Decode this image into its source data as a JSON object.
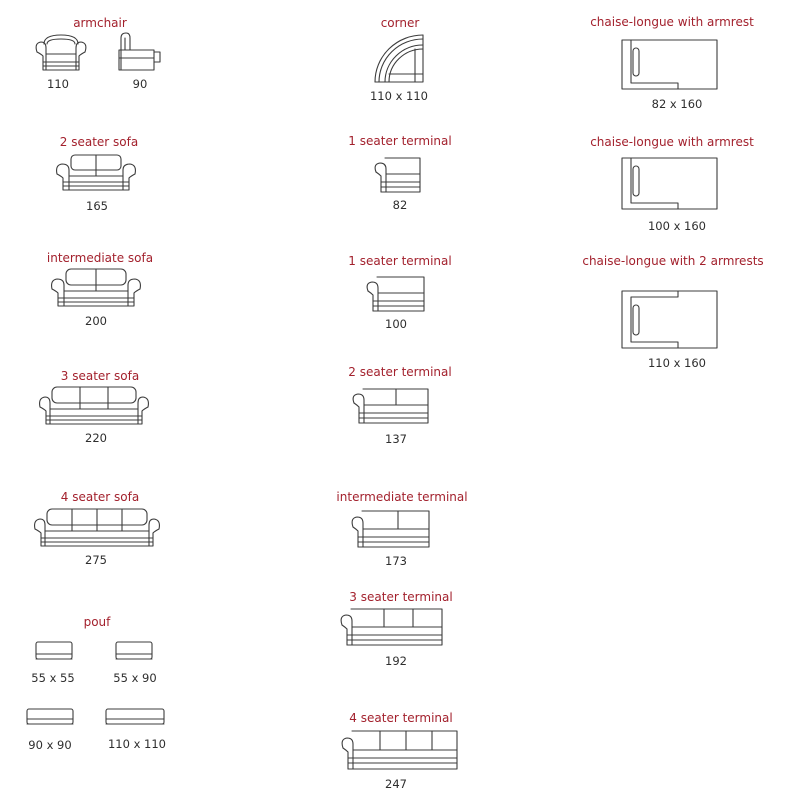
{
  "accent_color": "#a3212d",
  "text_color": "#2e2e2e",
  "armchair": {
    "title": "armchair",
    "front_size": "110",
    "side_size": "90"
  },
  "two_seater_sofa": {
    "title": "2 seater sofa",
    "size": "165"
  },
  "intermediate_sofa": {
    "title": "intermediate sofa",
    "size": "200"
  },
  "three_seater_sofa": {
    "title": "3 seater sofa",
    "size": "220"
  },
  "four_seater_sofa": {
    "title": "4 seater sofa",
    "size": "275"
  },
  "pouf": {
    "title": "pouf",
    "sizes": [
      "55 x 55",
      "55 x 90",
      "90 x 90",
      "110 x 110"
    ]
  },
  "corner": {
    "title": "corner",
    "size": "110 x 110"
  },
  "one_seater_terminal_a": {
    "title": "1 seater terminal",
    "size": "82"
  },
  "one_seater_terminal_b": {
    "title": "1 seater terminal",
    "size": "100"
  },
  "two_seater_terminal": {
    "title": "2 seater terminal",
    "size": "137"
  },
  "intermediate_terminal": {
    "title": "intermediate terminal",
    "size": "173"
  },
  "three_seater_terminal": {
    "title": "3 seater terminal",
    "size": "192"
  },
  "four_seater_terminal": {
    "title": "4 seater terminal",
    "size": "247"
  },
  "chaise_longue_a": {
    "title": "chaise-longue with armrest",
    "size": "82 x 160"
  },
  "chaise_longue_b": {
    "title": "chaise-longue with armrest",
    "size": "100 x 160"
  },
  "chaise_longue_two_armrests": {
    "title": "chaise-longue with 2 armrests",
    "size": "110 x 160"
  }
}
